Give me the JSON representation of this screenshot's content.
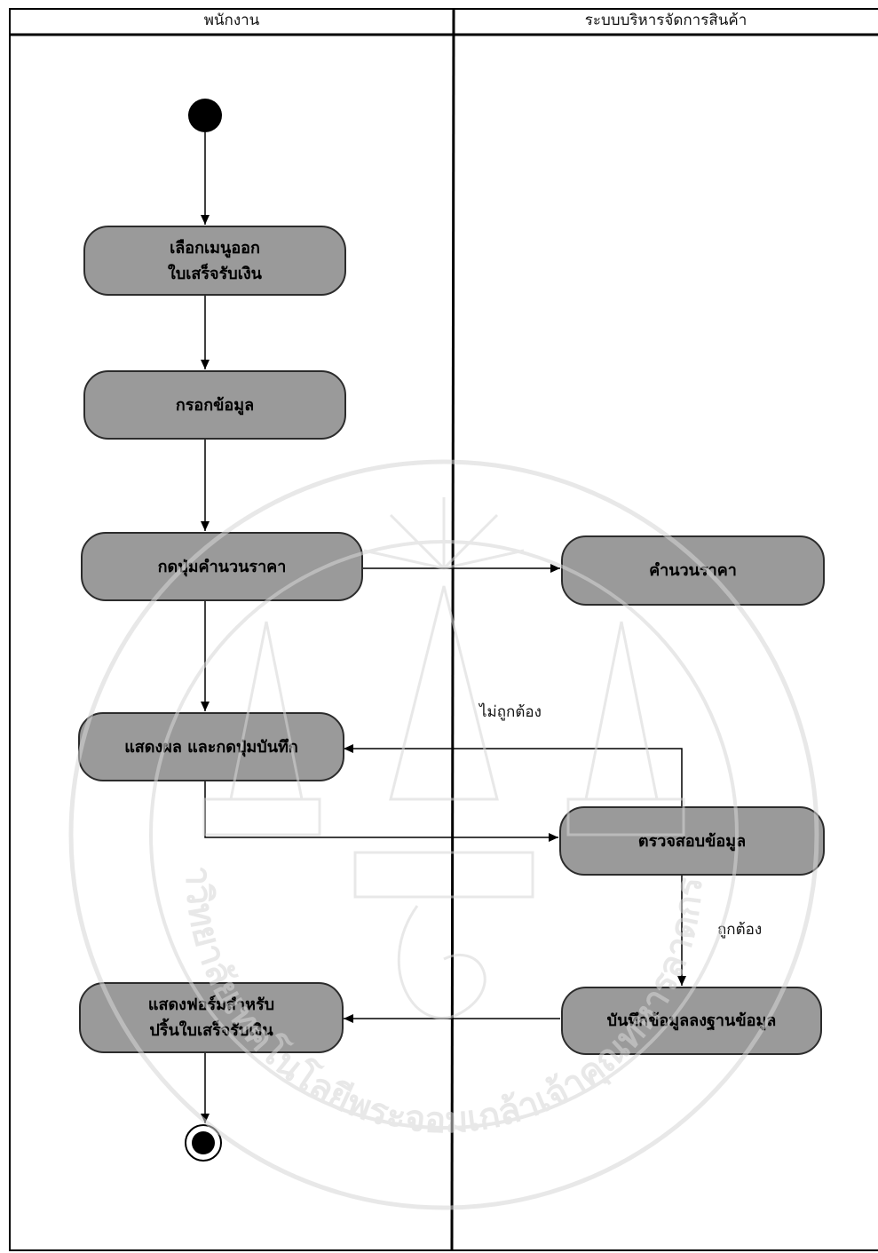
{
  "lanes": [
    {
      "title": "พนักงาน"
    },
    {
      "title": "ระบบบริหารจัดการสินค้า"
    }
  ],
  "nodes": {
    "select_menu": {
      "line1": "เลือกเมนูออก",
      "line2": "ใบเสร็จรับเงิน"
    },
    "fill_data": {
      "line1": "กรอกข้อมูล"
    },
    "press_calc": {
      "line1": "กดปุ่มคำนวนราคา"
    },
    "calc_price": {
      "line1": "คำนวนราคา"
    },
    "show_save": {
      "line1": "แสดงผล และกดปุ่มบันทึก"
    },
    "verify": {
      "line1": "ตรวจสอบข้อมูล"
    },
    "save_db": {
      "line1": "บันทึกข้อมูลลงฐานข้อมูล"
    },
    "show_form": {
      "line1": "แสดงฟอร์มสำหรับ",
      "line2": "ปริ้นใบเสร็จรับเงิน"
    }
  },
  "guards": {
    "invalid": "ไม่ถูกต้อง",
    "valid": "ถูกต้อง"
  },
  "watermark": {
    "text": "มหาวิทยาลัยเทคโนโลยีพระจอมเกล้าเจ้าคุณทหารลาดกระบัง"
  },
  "colors": {
    "node_fill": "#9a9a9a",
    "node_border": "#2c2c2c",
    "line": "#000000",
    "watermark": "#d6d6d6"
  }
}
